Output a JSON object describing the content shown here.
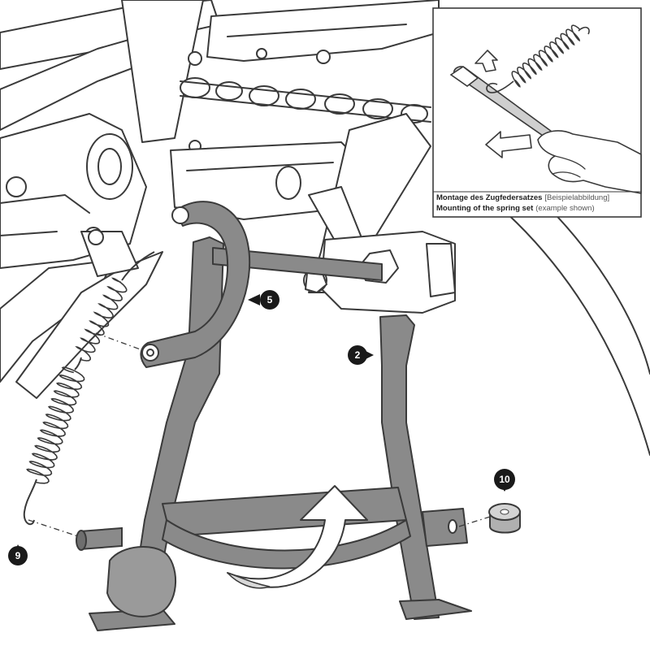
{
  "colors": {
    "stand_gray": "#8a8a8a",
    "outline": "#3a3a3a",
    "badge": "#1a1a1a",
    "rubber": "#b0b0b0"
  },
  "callouts": [
    {
      "id": "5",
      "label": "5"
    },
    {
      "id": "2",
      "label": "2"
    },
    {
      "id": "9",
      "label": "9"
    },
    {
      "id": "10",
      "label": "10"
    }
  ],
  "inset": {
    "caption_de_bold": "Montage des Zugfedersatzes",
    "caption_de_note": "[Beispielabbildung]",
    "caption_en_bold": "Mounting of the spring set",
    "caption_en_note": "(example shown)"
  }
}
